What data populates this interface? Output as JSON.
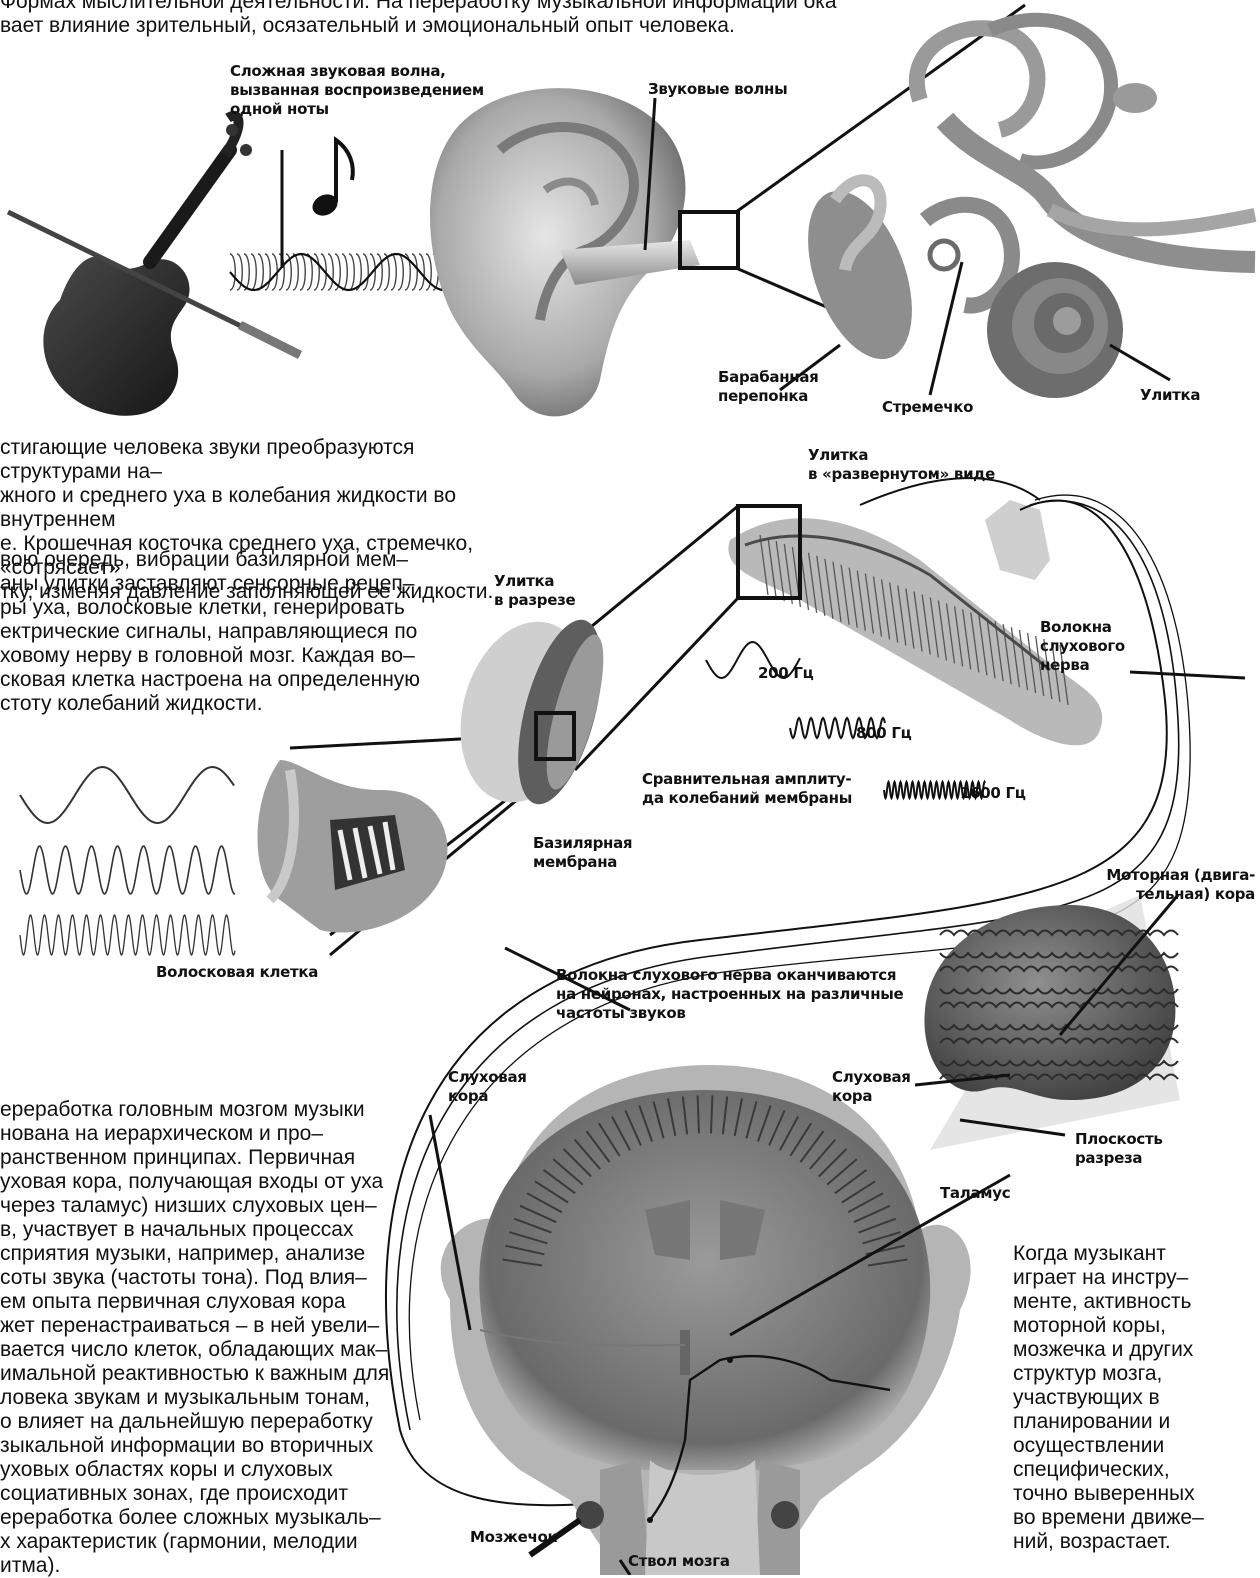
{
  "paragraphs": {
    "top_fragment": "Формах мыслительной деятельности. На переработку музыкальной информации ока\nвает влияние зрительный, осязательный и эмоциональный опыт человека.",
    "sounds": "стигающие человека звуки преобразуются структурами на–\nжного и среднего уха в колебания жидкости во внутреннем\nе. Крошечная косточка среднего уха, стремечко, «сотрясает»\nтку, изменяя давление заполняющей ее жидкости.",
    "basilar": "вою очередь, вибрации базилярной мем–\nаны улитки заставляют сенсорные рецеп–\nры уха, волосковые клетки, генерировать\nектрические сигналы, направляющиеся по\nховому нерву в головной мозг. Каждая во–\nсковая клетка настроена на определенную\nстоту колебаний жидкости.",
    "brain": "ереработка головным мозгом музыки\nнована на иерархическом и про–\nранственном принципах. Первичная\nуховая кора, получающая входы от уха\nчерез таламус) низших слуховых цен–\nв, участвует в начальных процессах\nсприятия музыки, например, анализе\nсоты звука (частоты тона). Под влия–\nем опыта первичная слуховая кора\nжет перенастраиваться – в ней увели–\nвается число клеток, обладающих мак–\nимальной реактивностью к важным для\nловека звукам и музыкальным тонам,\nо влияет на дальнейшую переработку\nзыкальной информации во вторичных\nуховых областях коры и слуховых\nсоциативных зонах, где происходит\nереработка более сложных музыкаль–\nх характеристик (гармонии, мелодии\nитма).",
    "musician": "Когда музыкант\nиграет на инстру–\nменте, активность\nмоторной коры,\nмозжечка и других\nструктур мозга,\nучаствующих в\nпланировании и\nосуществлении\nспецифических,\nточно выверенных\nво времени движе–\nний, возрастает."
  },
  "labels": {
    "complex_wave": "Сложная звуковая волна,\nвызванная воспроизведением\nодной ноты",
    "sound_waves": "Звуковые волны",
    "eardrum": "Барабанная\nперепонка",
    "stapes": "Стремечко",
    "cochlea": "Улитка",
    "unrolled_cochlea": "Улитка\nв «развернутом» виде",
    "cochlea_section": "Улитка\nв разрезе",
    "nerve_fibers": "Волокна\nслухового\nнерва",
    "hz_200": "200 Гц",
    "hz_800": "800 Гц",
    "hz_1600": "1600 Гц",
    "amplitude": "Сравнительная амплиту-\nда колебаний мембраны",
    "basilar_membrane": "Базилярная\nмембрана",
    "hair_cell": "Волосковая клетка",
    "motor_cortex": "Моторная (двига-\nтельная) кора",
    "nerve_endings": "Волокна слухового нерва оканчиваются\nна нейронах, настроенных на различные\nчастоты звуков",
    "auditory_cortex_left": "Слуховая\nкора",
    "auditory_cortex_right": "Слуховая\nкора",
    "section_plane": "Плоскость\nразреза",
    "thalamus": "Таламус",
    "cerebellum": "Мозжечок",
    "brainstem": "Ствол мозга"
  },
  "colors": {
    "ink": "#111111",
    "tissue": "#9a9a9a",
    "tissue_dark": "#555555",
    "tissue_light": "#d4d4d4"
  }
}
